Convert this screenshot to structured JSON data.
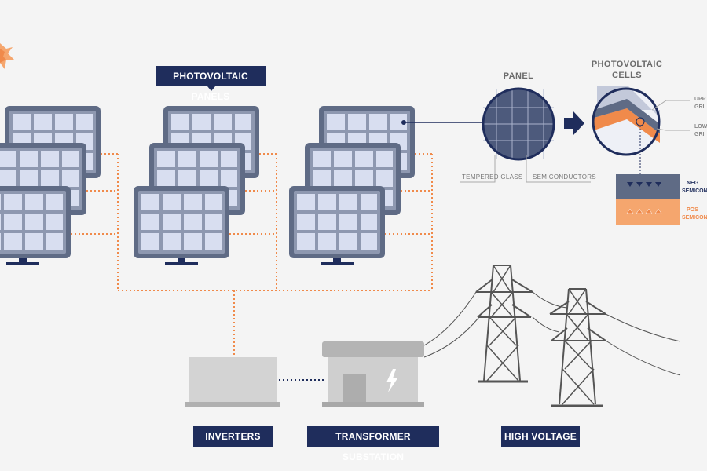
{
  "labels": {
    "photovoltaic_panels": "PHOTOVOLTAIC PANELS",
    "panel": "PANEL",
    "photovoltaic_cells_1": "PHOTOVOLTAIC",
    "photovoltaic_cells_2": "CELLS",
    "tempered_glass": "TEMPERED GLASS",
    "semiconductors": "SEMICONDUCTORS",
    "upper_grid_1": "UPP",
    "upper_grid_2": "GRI",
    "lower_grid_1": "LOW",
    "lower_grid_2": "GRI",
    "negative_1": "NEG",
    "negative_2": "SEMICON",
    "positive_1": "POS",
    "positive_2": "SEMICON",
    "inverters": "INVERTERS",
    "transformer_substation": "TRANSFORMER SUBSTATION",
    "high_voltage": "HIGH VOLTAGE"
  },
  "colors": {
    "navy": "#1f2d5c",
    "orange": "#f08a4b",
    "panel_frame": "#5f6b85",
    "panel_cell": "#d8def0",
    "grey_building": "#c9c9c9",
    "tower": "#555555"
  },
  "icons": {
    "sun": "sun-icon",
    "lightning": "lightning-bolt-icon",
    "arrow": "arrow-right-icon"
  }
}
